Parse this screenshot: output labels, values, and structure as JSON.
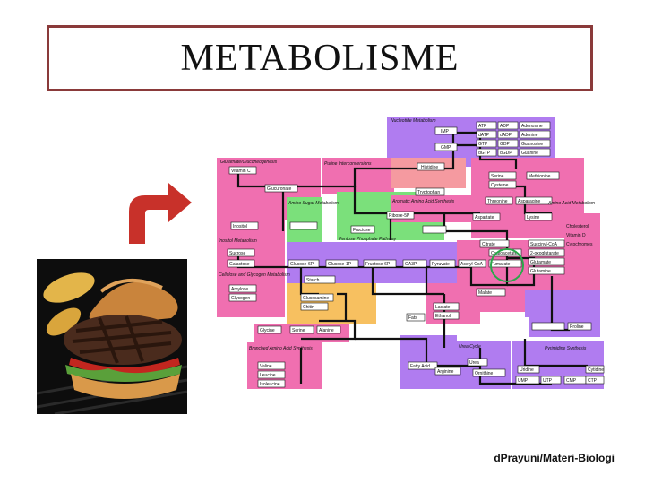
{
  "slide": {
    "title": "METABOLISME",
    "credit": "dPrayuni/Materi-Biologi"
  },
  "icons": {
    "arrow": "curved-arrow-icon",
    "food": "hamburger-photo"
  },
  "colors": {
    "title_border": "#8a3a3a",
    "arrow": "#c8312a",
    "pink": "#f06fb0",
    "purple": "#b07cf0",
    "green": "#7be07b",
    "orange": "#f7c060",
    "salmon": "#f59aa0"
  },
  "map": {
    "regions": [
      {
        "label": "Nucleotide Metabolism"
      },
      {
        "label": "Glutamate/Gluconeogenesis"
      },
      {
        "label": "Purine Interconversions"
      },
      {
        "label": "Amino Sugar Metabolism"
      },
      {
        "label": "Inositol Metabolism"
      },
      {
        "label": "Cellulose and Glycogen Metabolism"
      },
      {
        "label": "Aromatic Amino Acid Synthesis"
      },
      {
        "label": "Pentose Phosphate Pathway"
      },
      {
        "label": "Urea Cycle"
      },
      {
        "label": "Amino Acid Metabolism"
      },
      {
        "label": "Pyrimidine Synthesis"
      },
      {
        "label": "Branched Amino Acid Synthesis"
      }
    ],
    "nodes": [
      {
        "label": "ATP"
      },
      {
        "label": "ADP"
      },
      {
        "label": "Adenosine"
      },
      {
        "label": "dATP"
      },
      {
        "label": "dADP"
      },
      {
        "label": "Adenine"
      },
      {
        "label": "GTP"
      },
      {
        "label": "GDP"
      },
      {
        "label": "Guanosine"
      },
      {
        "label": "dGTP"
      },
      {
        "label": "dGDP"
      },
      {
        "label": "Guanine"
      },
      {
        "label": "IMP"
      },
      {
        "label": "GMP"
      },
      {
        "label": "Histidine"
      },
      {
        "label": "Vitamin C"
      },
      {
        "label": "Glucuronate"
      },
      {
        "label": "Tryptophan"
      },
      {
        "label": "Serine"
      },
      {
        "label": "Cysteine"
      },
      {
        "label": "Methionine"
      },
      {
        "label": "Threonine"
      },
      {
        "label": "Asparagine"
      },
      {
        "label": "Aspartate"
      },
      {
        "label": "Lysine"
      },
      {
        "label": "Inositol"
      },
      {
        "label": "Fructose"
      },
      {
        "label": "Glucose-6P"
      },
      {
        "label": "Fructose-6P"
      },
      {
        "label": "Ribose-5P"
      },
      {
        "label": "Sucrose"
      },
      {
        "label": "Galactose"
      },
      {
        "label": "Glucose-1P"
      },
      {
        "label": "GA3P"
      },
      {
        "label": "Pyruvate"
      },
      {
        "label": "Acetyl-CoA"
      },
      {
        "label": "Oxaloacetate"
      },
      {
        "label": "Citrate"
      },
      {
        "label": "Malate"
      },
      {
        "label": "Fumarate"
      },
      {
        "label": "Succinyl-CoA"
      },
      {
        "label": "2-oxoglutarate"
      },
      {
        "label": "Glutamate"
      },
      {
        "label": "Glutamine"
      },
      {
        "label": "Amylose"
      },
      {
        "label": "Glycogen"
      },
      {
        "label": "Starch"
      },
      {
        "label": "Glucosamine"
      },
      {
        "label": "Chitin"
      },
      {
        "label": "Lactate"
      },
      {
        "label": "Ethanol"
      },
      {
        "label": "Fats"
      },
      {
        "label": "Glycine"
      },
      {
        "label": "Serine"
      },
      {
        "label": "Alanine"
      },
      {
        "label": "Valine"
      },
      {
        "label": "Leucine"
      },
      {
        "label": "Isoleucine"
      },
      {
        "label": "Fatty Acid"
      },
      {
        "label": "Arginine"
      },
      {
        "label": "Urea"
      },
      {
        "label": "Ornithine"
      },
      {
        "label": "Uridine"
      },
      {
        "label": "Cytidine"
      },
      {
        "label": "UMP"
      },
      {
        "label": "UTP"
      },
      {
        "label": "CMP"
      },
      {
        "label": "CTP"
      },
      {
        "label": "Proline"
      },
      {
        "label": "Cholesterol"
      },
      {
        "label": "Vitamin D"
      },
      {
        "label": "Cytochromes"
      }
    ]
  }
}
